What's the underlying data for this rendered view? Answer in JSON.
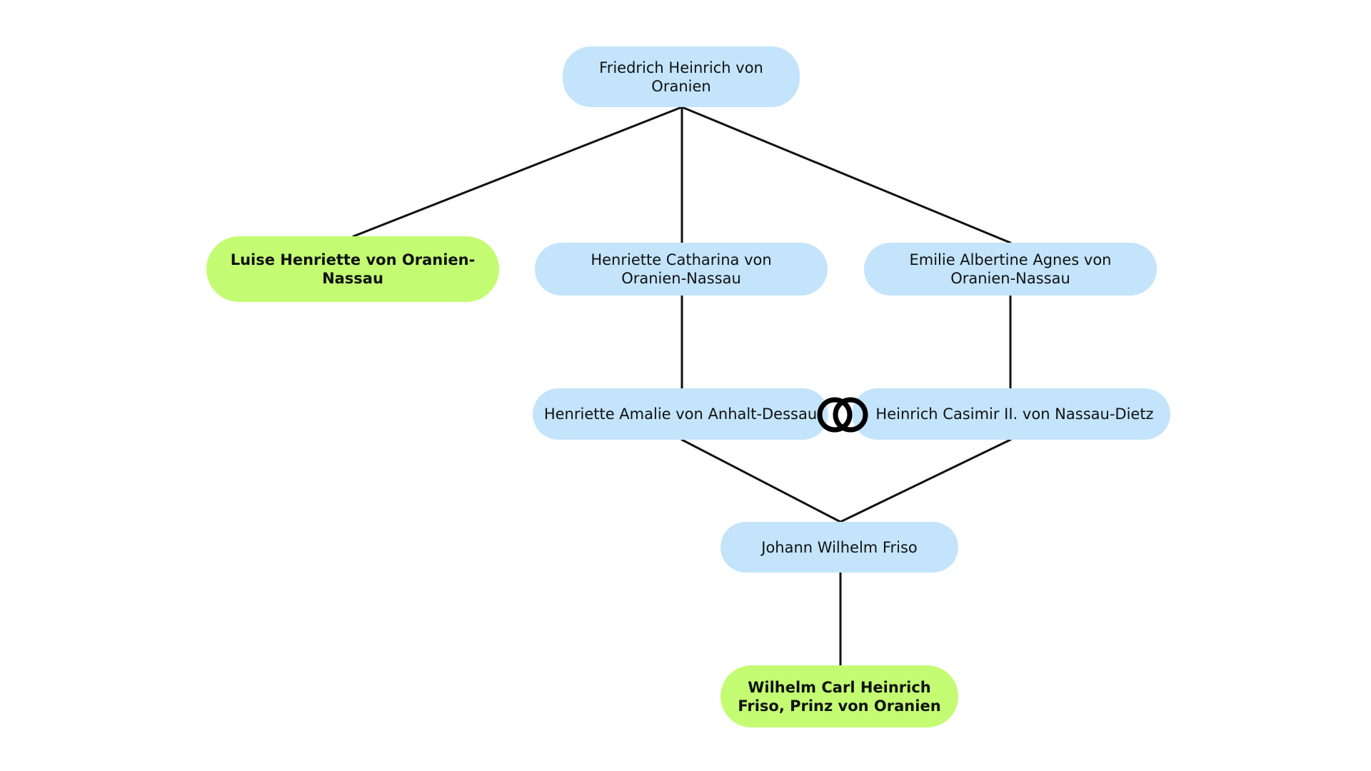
{
  "diagram": {
    "nodes": {
      "friedrich": {
        "label": "Friedrich Heinrich von Oranien",
        "color": "#c3e4fb"
      },
      "luise": {
        "label": "Luise Henriette von Oranien-Nassau",
        "color": "#c3fc72"
      },
      "henriette_catharina": {
        "label": "Henriette Catharina von Oranien-Nassau",
        "color": "#c3e4fb"
      },
      "emilie": {
        "label": "Emilie Albertine Agnes von Oranien-Nassau",
        "color": "#c3e4fb"
      },
      "henriette_amalie": {
        "label": "Henriette Amalie von Anhalt-Dessau",
        "color": "#c3e4fb"
      },
      "heinrich_casimir": {
        "label": "Heinrich Casimir II. von Nassau-Dietz",
        "color": "#c3e4fb"
      },
      "johann": {
        "label": "Johann Wilhelm Friso",
        "color": "#c3e4fb"
      },
      "wilhelm": {
        "label": "Wilhelm Carl Heinrich Friso, Prinz von Oranien",
        "color": "#c3fc72"
      }
    },
    "marriage_symbol": "wedding-rings-icon",
    "line_color": "#111111"
  }
}
